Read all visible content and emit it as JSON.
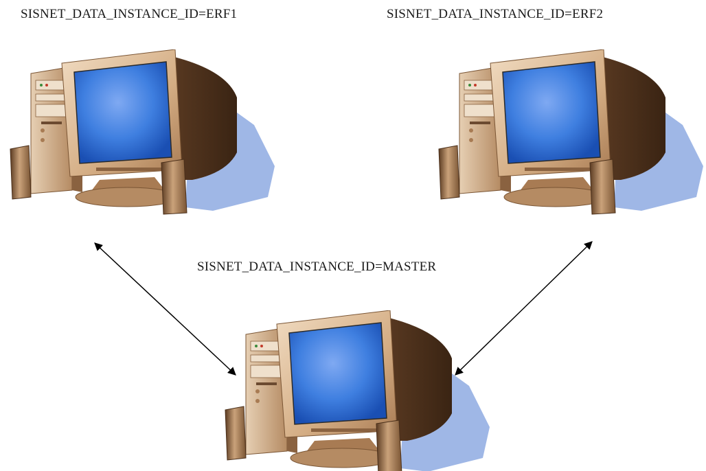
{
  "nodes": {
    "erf1": {
      "label": "SISNET_DATA_INSTANCE_ID=ERF1"
    },
    "erf2": {
      "label": "SISNET_DATA_INSTANCE_ID=ERF2"
    },
    "master": {
      "label": "SISNET_DATA_INSTANCE_ID=MASTER"
    }
  },
  "connections": [
    {
      "from": "erf1",
      "to": "master",
      "type": "bidirectional-arrow"
    },
    {
      "from": "erf2",
      "to": "master",
      "type": "bidirectional-arrow"
    }
  ],
  "icons": {
    "node": "desktop-computer-icon"
  },
  "colors": {
    "screen": "#3f7fe0",
    "case": "#d7b48e",
    "monitor_back": "#6b4a30",
    "shadow": "#9fb7e6",
    "arrow": "#000000"
  }
}
